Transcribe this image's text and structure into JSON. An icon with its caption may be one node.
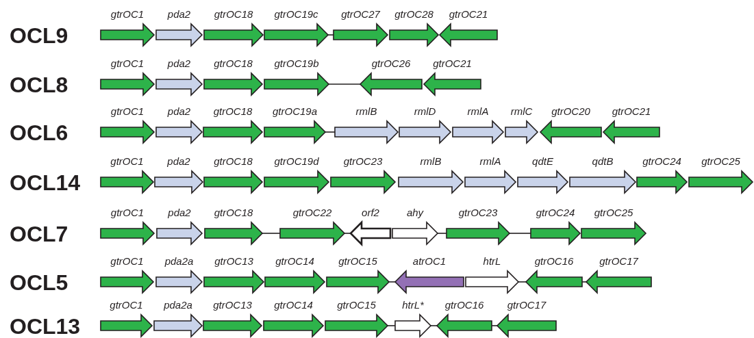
{
  "diagram": {
    "nodes": [
      {
        "text": [
          "gtrOC1"
        ]
      },
      {
        "text": [
          "pda2"
        ]
      },
      {
        "text": [
          "gtrOC18"
        ]
      },
      {
        "text": [
          "gtrOC19c"
        ]
      },
      {
        "text": [
          "gtrOC27"
        ]
      },
      {
        "text": [
          "gtrOC28"
        ]
      },
      {
        "text": [
          "gtrOC21"
        ]
      },
      {
        "text": [
          "gtrOC1"
        ]
      },
      {
        "text": [
          "pda2"
        ]
      },
      {
        "text": [
          "gtrOC18"
        ]
      },
      {
        "text": [
          "gtrOC19b"
        ]
      },
      {
        "text": [
          "gtrOC26"
        ]
      },
      {
        "text": [
          "gtrOC21"
        ]
      },
      {
        "text": [
          "gtrOC1"
        ]
      },
      {
        "text": [
          "pda2"
        ]
      },
      {
        "text": [
          "gtrOC18"
        ]
      },
      {
        "text": [
          "gtrOC19a"
        ]
      },
      {
        "text": [
          "rmlB"
        ]
      },
      {
        "text": [
          "rmlD"
        ]
      },
      {
        "text": [
          "rmlA"
        ]
      },
      {
        "text": [
          "rmlC"
        ]
      },
      {
        "text": [
          "gtrOC20"
        ]
      },
      {
        "text": [
          "gtrOC21"
        ]
      },
      {
        "text": [
          "gtrOC1"
        ]
      },
      {
        "text": [
          "pda2"
        ]
      },
      {
        "text": [
          "gtrOC18"
        ]
      },
      {
        "text": [
          "gtrOC19d"
        ]
      },
      {
        "text": [
          "gtrOC23"
        ]
      },
      {
        "text": [
          "rmlB"
        ]
      },
      {
        "text": [
          "rmlA"
        ]
      },
      {
        "text": [
          "qdtE"
        ]
      },
      {
        "text": [
          "qdtB"
        ]
      },
      {
        "text": [
          "gtrOC24"
        ]
      },
      {
        "text": [
          "gtrOC25"
        ]
      },
      {
        "text": [
          "gtrOC1"
        ]
      },
      {
        "text": [
          "pda2"
        ]
      },
      {
        "text": [
          "gtrOC18"
        ]
      },
      {
        "text": [
          "gtrOC22"
        ]
      },
      {
        "text": [
          "orf2"
        ]
      },
      {
        "text": [
          "ahy"
        ]
      },
      {
        "text": [
          "gtrOC23"
        ]
      },
      {
        "text": [
          "gtrOC24"
        ]
      },
      {
        "text": [
          "gtrOC25"
        ]
      },
      {
        "text": [
          "gtrOC1"
        ]
      },
      {
        "text": [
          "pda2a"
        ]
      },
      {
        "text": [
          "gtrOC13"
        ]
      },
      {
        "text": [
          "gtrOC14"
        ]
      },
      {
        "text": [
          "gtrOC15"
        ]
      },
      {
        "text": [
          "atrOC1"
        ]
      },
      {
        "text": [
          "htrL"
        ]
      },
      {
        "text": [
          "gtrOC16"
        ]
      },
      {
        "text": [
          "gtrOC17"
        ]
      },
      {
        "text": [
          "gtrOC1"
        ]
      },
      {
        "text": [
          "pda2a"
        ]
      },
      {
        "text": [
          "gtrOC13"
        ]
      },
      {
        "text": [
          "gtrOC14"
        ]
      },
      {
        "text": [
          "gtrOC15"
        ]
      },
      {
        "text": [
          "htrL*"
        ]
      },
      {
        "text": [
          "gtrOC16"
        ]
      },
      {
        "text": [
          "gtrOC17"
        ]
      }
    ],
    "edges": [
      {
        "from": 3,
        "to": 4,
        "arrow": "none"
      },
      {
        "from": 10,
        "to": 11,
        "arrow": "none"
      },
      {
        "from": 16,
        "to": 17,
        "arrow": "none"
      },
      {
        "from": 36,
        "to": 37,
        "arrow": "none"
      },
      {
        "from": 37,
        "to": 38,
        "arrow": "none"
      },
      {
        "from": 39,
        "to": 40,
        "arrow": "none"
      },
      {
        "from": 40,
        "to": 41,
        "arrow": "none"
      },
      {
        "from": 47,
        "to": 48,
        "arrow": "none"
      },
      {
        "from": 49,
        "to": 50,
        "arrow": "none"
      },
      {
        "from": 50,
        "to": 51,
        "arrow": "none"
      },
      {
        "from": 56,
        "to": 57,
        "arrow": "none"
      },
      {
        "from": 57,
        "to": 58,
        "arrow": "none"
      },
      {
        "from": 58,
        "to": 59,
        "arrow": "none"
      }
    ],
    "labels": [
      "OCL9",
      "OCL8",
      "OCL6",
      "OCL14",
      "OCL7",
      "OCL5",
      "OCL13"
    ]
  }
}
